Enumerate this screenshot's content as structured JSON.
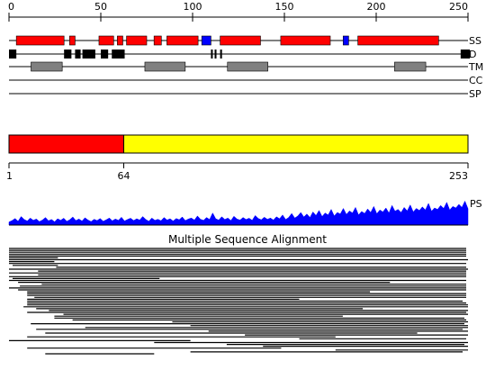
{
  "scale": {
    "min": 0,
    "max": 250,
    "ticks": [
      "0",
      "50",
      "100",
      "150",
      "200",
      "250"
    ]
  },
  "tracks": [
    {
      "label": "SS",
      "features": [
        {
          "start": 4,
          "end": 30,
          "color": "#ff0000"
        },
        {
          "start": 33,
          "end": 36,
          "color": "#ff0000"
        },
        {
          "start": 49,
          "end": 57,
          "color": "#ff0000"
        },
        {
          "start": 59,
          "end": 62,
          "color": "#ff0000"
        },
        {
          "start": 64,
          "end": 75,
          "color": "#ff0000"
        },
        {
          "start": 79,
          "end": 83,
          "color": "#ff0000"
        },
        {
          "start": 86,
          "end": 103,
          "color": "#ff0000"
        },
        {
          "start": 105,
          "end": 110,
          "color": "#0000ff"
        },
        {
          "start": 115,
          "end": 137,
          "color": "#ff0000"
        },
        {
          "start": 148,
          "end": 175,
          "color": "#ff0000"
        },
        {
          "start": 182,
          "end": 185,
          "color": "#0000ff"
        },
        {
          "start": 190,
          "end": 234,
          "color": "#ff0000"
        }
      ]
    },
    {
      "label": "D",
      "features": [
        {
          "start": 0,
          "end": 4,
          "color": "#000000"
        },
        {
          "start": 30,
          "end": 34,
          "color": "#000000"
        },
        {
          "start": 36,
          "end": 39,
          "color": "#000000"
        },
        {
          "start": 40,
          "end": 47,
          "color": "#000000"
        },
        {
          "start": 50,
          "end": 54,
          "color": "#000000"
        },
        {
          "start": 56,
          "end": 63,
          "color": "#000000"
        },
        {
          "start": 110,
          "end": 111,
          "color": "#000000"
        },
        {
          "start": 112,
          "end": 113,
          "color": "#000000"
        },
        {
          "start": 115,
          "end": 116,
          "color": "#000000"
        },
        {
          "start": 246,
          "end": 251,
          "color": "#000000"
        }
      ]
    },
    {
      "label": "TM",
      "features": [
        {
          "start": 12,
          "end": 29,
          "color": "#808080"
        },
        {
          "start": 74,
          "end": 96,
          "color": "#808080"
        },
        {
          "start": 119,
          "end": 141,
          "color": "#808080"
        },
        {
          "start": 210,
          "end": 227,
          "color": "#808080"
        }
      ]
    },
    {
      "label": "CC",
      "features": []
    },
    {
      "label": "SP",
      "features": []
    }
  ],
  "domain_bar": {
    "start": 1,
    "split": 64,
    "end": 253,
    "colors": [
      "#ff0000",
      "#ffff00"
    ],
    "labels": [
      "1",
      "64",
      "253"
    ]
  },
  "ps_track": {
    "label": "PS",
    "color": "#0000ff",
    "values": [
      0.12,
      0.18,
      0.26,
      0.15,
      0.34,
      0.22,
      0.16,
      0.28,
      0.19,
      0.24,
      0.14,
      0.2,
      0.3,
      0.17,
      0.22,
      0.13,
      0.25,
      0.19,
      0.27,
      0.15,
      0.21,
      0.32,
      0.18,
      0.24,
      0.16,
      0.29,
      0.2,
      0.14,
      0.23,
      0.18,
      0.26,
      0.15,
      0.21,
      0.28,
      0.17,
      0.24,
      0.19,
      0.31,
      0.16,
      0.22,
      0.27,
      0.18,
      0.25,
      0.2,
      0.34,
      0.22,
      0.15,
      0.28,
      0.19,
      0.23,
      0.17,
      0.3,
      0.2,
      0.25,
      0.16,
      0.26,
      0.21,
      0.32,
      0.18,
      0.24,
      0.28,
      0.2,
      0.36,
      0.23,
      0.19,
      0.3,
      0.22,
      0.48,
      0.25,
      0.2,
      0.33,
      0.22,
      0.28,
      0.18,
      0.35,
      0.24,
      0.2,
      0.3,
      0.22,
      0.27,
      0.19,
      0.38,
      0.26,
      0.21,
      0.31,
      0.23,
      0.28,
      0.2,
      0.33,
      0.25,
      0.4,
      0.22,
      0.3,
      0.46,
      0.28,
      0.36,
      0.5,
      0.32,
      0.44,
      0.3,
      0.52,
      0.38,
      0.58,
      0.34,
      0.48,
      0.4,
      0.62,
      0.36,
      0.5,
      0.44,
      0.66,
      0.42,
      0.56,
      0.48,
      0.7,
      0.4,
      0.54,
      0.46,
      0.64,
      0.5,
      0.74,
      0.45,
      0.6,
      0.52,
      0.68,
      0.48,
      0.78,
      0.55,
      0.62,
      0.5,
      0.7,
      0.56,
      0.8,
      0.52,
      0.66,
      0.58,
      0.72,
      0.6,
      0.86,
      0.55,
      0.68,
      0.62,
      0.78,
      0.66,
      0.9,
      0.6,
      0.74,
      0.68,
      0.82,
      0.7,
      0.95,
      0.65
    ]
  },
  "msa": {
    "title": "Multiple Sequence Alignment",
    "rows": [
      [
        0,
        252
      ],
      [
        0,
        252
      ],
      [
        0,
        252
      ],
      [
        0,
        252
      ],
      [
        0,
        252
      ],
      [
        0,
        27
      ],
      [
        0,
        253
      ],
      [
        0,
        25
      ],
      [
        0,
        252
      ],
      [
        2,
        27
      ],
      [
        26,
        252
      ],
      [
        0,
        253
      ],
      [
        16,
        252
      ],
      [
        0,
        252
      ],
      [
        16,
        252
      ],
      [
        0,
        252
      ],
      [
        2,
        83
      ],
      [
        0,
        252
      ],
      [
        5,
        210
      ],
      [
        18,
        252
      ],
      [
        6,
        252
      ],
      [
        0,
        252
      ],
      [
        5,
        252
      ],
      [
        10,
        199
      ],
      [
        10,
        252
      ],
      [
        10,
        252
      ],
      [
        14,
        252
      ],
      [
        10,
        160
      ],
      [
        10,
        250
      ],
      [
        10,
        252
      ],
      [
        10,
        253
      ],
      [
        8,
        253
      ],
      [
        15,
        195
      ],
      [
        22,
        253
      ],
      [
        10,
        252
      ],
      [
        30,
        253
      ],
      [
        25,
        184
      ],
      [
        25,
        251
      ],
      [
        35,
        252
      ],
      [
        90,
        253
      ],
      [
        12,
        251
      ],
      [
        100,
        253
      ],
      [
        42,
        253
      ],
      [
        15,
        250
      ],
      [
        110,
        253
      ],
      [
        20,
        225
      ],
      [
        130,
        253
      ],
      [
        10,
        180
      ],
      [
        160,
        252
      ],
      [
        0,
        100
      ],
      [
        80,
        253
      ],
      [
        120,
        251
      ],
      [
        140,
        253
      ],
      [
        10,
        150
      ],
      [
        180,
        253
      ],
      [
        100,
        250
      ],
      [
        20,
        80
      ]
    ]
  }
}
